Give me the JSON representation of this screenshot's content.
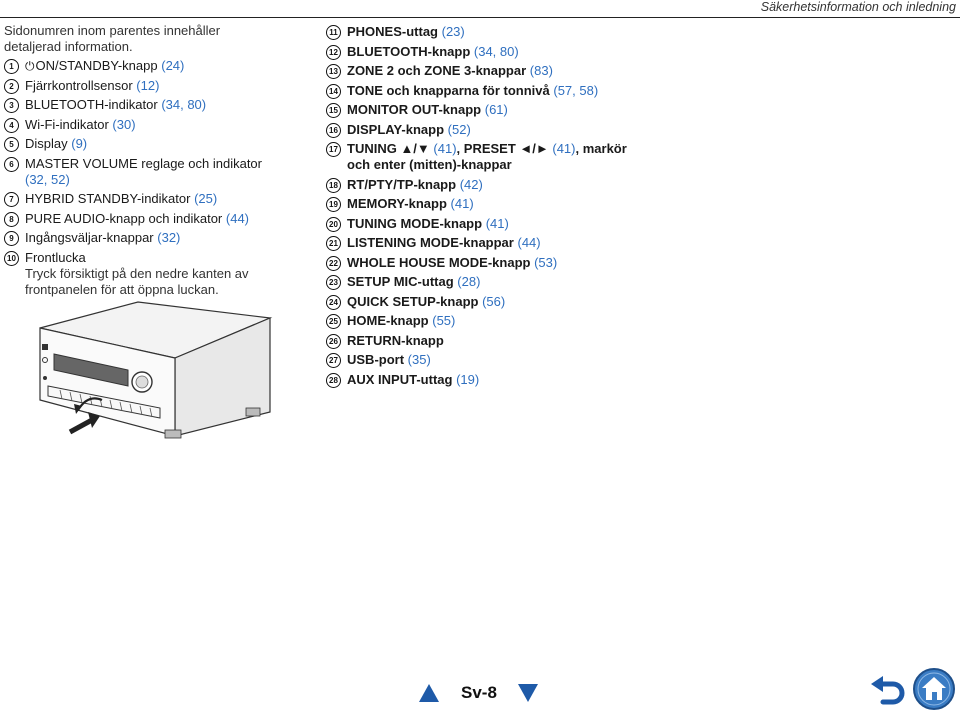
{
  "header": {
    "section_title": "Säkerhetsinformation och inledning"
  },
  "intro": "Sidonumren inom parentes innehåller detaljerad information.",
  "left_items": [
    {
      "num": "1",
      "text": "ON/STANDBY-knapp",
      "ref": "(24)"
    },
    {
      "num": "2",
      "text": "Fjärrkontrollsensor",
      "ref": "(12)"
    },
    {
      "num": "3",
      "text": "BLUETOOTH-indikator",
      "ref": "(34, 80)"
    },
    {
      "num": "4",
      "text": "Wi-Fi-indikator",
      "ref": "(30)"
    },
    {
      "num": "5",
      "text": "Display",
      "ref": "(9)"
    },
    {
      "num": "6",
      "text": "MASTER VOLUME reglage och indikator",
      "ref": "(32, 52)"
    },
    {
      "num": "7",
      "text": "HYBRID STANDBY-indikator",
      "ref": "(25)"
    },
    {
      "num": "8",
      "text": "PURE AUDIO-knapp och indikator",
      "ref": "(44)"
    },
    {
      "num": "9",
      "text": "Ingångsväljar-knappar",
      "ref": "(32)"
    },
    {
      "num": "10",
      "text": "Frontlucka",
      "ref": "",
      "sub": "Tryck försiktigt på den nedre kanten av frontpanelen för att öppna luckan."
    }
  ],
  "right_items": [
    {
      "num": "11",
      "text": "PHONES-uttag",
      "ref": "(23)"
    },
    {
      "num": "12",
      "text": "BLUETOOTH-knapp",
      "ref": "(34, 80)"
    },
    {
      "num": "13",
      "text": "ZONE 2 och ZONE 3-knappar",
      "ref": "(83)"
    },
    {
      "num": "14",
      "text": "TONE och knapparna för tonnivå",
      "ref": "(57, 58)"
    },
    {
      "num": "15",
      "text": "MONITOR OUT-knapp",
      "ref": "(61)"
    },
    {
      "num": "16",
      "text": "DISPLAY-knapp",
      "ref": "(52)"
    },
    {
      "num": "17",
      "text": "TUNING ▲/▼",
      "ref": "(41)",
      "text2": ", PRESET ◄/►",
      "ref2": "(41)",
      "text3": ", markör",
      "sub": "och enter (mitten)-knappar"
    },
    {
      "num": "18",
      "text": "RT/PTY/TP-knapp",
      "ref": "(42)"
    },
    {
      "num": "19",
      "text": "MEMORY-knapp",
      "ref": "(41)"
    },
    {
      "num": "20",
      "text": "TUNING MODE-knapp",
      "ref": "(41)"
    },
    {
      "num": "21",
      "text": "LISTENING MODE-knappar",
      "ref": "(44)"
    },
    {
      "num": "22",
      "text": "WHOLE HOUSE MODE-knapp",
      "ref": "(53)"
    },
    {
      "num": "23",
      "text": "SETUP MIC-uttag",
      "ref": "(28)"
    },
    {
      "num": "24",
      "text": "QUICK SETUP-knapp",
      "ref": "(56)"
    },
    {
      "num": "25",
      "text": "HOME-knapp",
      "ref": "(55)"
    },
    {
      "num": "26",
      "text": "RETURN-knapp",
      "ref": ""
    },
    {
      "num": "27",
      "text": "USB-port",
      "ref": "(35)"
    },
    {
      "num": "28",
      "text": "AUX INPUT-uttag",
      "ref": "(19)"
    }
  ],
  "footer": {
    "page_label": "Sv-8"
  },
  "colors": {
    "link": "#2f6fbf",
    "nav_arrow": "#1e5aa8",
    "home_button": "#3a7cc4"
  },
  "icons": [
    "power-icon",
    "prev-page-icon",
    "next-page-icon",
    "back-icon",
    "home-icon"
  ]
}
